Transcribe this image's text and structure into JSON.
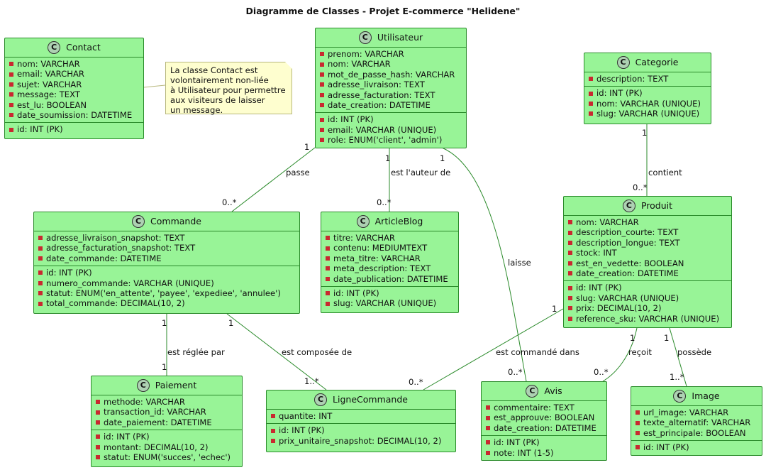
{
  "title": "Diagramme de Classes - Projet E-commerce \"Helidene\"",
  "icon_glyph": "C",
  "classes": {
    "contact": {
      "name": "Contact",
      "attrs": [
        "nom: VARCHAR",
        "email: VARCHAR",
        "sujet: VARCHAR",
        "message: TEXT",
        "est_lu: BOOLEAN",
        "date_soumission: DATETIME"
      ],
      "ops": [
        "id: INT (PK)"
      ]
    },
    "utilisateur": {
      "name": "Utilisateur",
      "attrs": [
        "prenom: VARCHAR",
        "nom: VARCHAR",
        "mot_de_passe_hash: VARCHAR",
        "adresse_livraison: TEXT",
        "adresse_facturation: TEXT",
        "date_creation: DATETIME"
      ],
      "ops": [
        "id: INT (PK)",
        "email: VARCHAR (UNIQUE)",
        "role: ENUM('client', 'admin')"
      ]
    },
    "categorie": {
      "name": "Categorie",
      "attrs": [
        "description: TEXT"
      ],
      "ops": [
        "id: INT (PK)",
        "nom: VARCHAR (UNIQUE)",
        "slug: VARCHAR (UNIQUE)"
      ]
    },
    "commande": {
      "name": "Commande",
      "attrs": [
        "adresse_livraison_snapshot: TEXT",
        "adresse_facturation_snapshot: TEXT",
        "date_commande: DATETIME"
      ],
      "ops": [
        "id: INT (PK)",
        "numero_commande: VARCHAR (UNIQUE)",
        "statut: ENUM('en_attente', 'payee', 'expediee', 'annulee')",
        "total_commande: DECIMAL(10, 2)"
      ]
    },
    "articleblog": {
      "name": "ArticleBlog",
      "attrs": [
        "titre: VARCHAR",
        "contenu: MEDIUMTEXT",
        "meta_titre: VARCHAR",
        "meta_description: TEXT",
        "date_publication: DATETIME"
      ],
      "ops": [
        "id: INT (PK)",
        "slug: VARCHAR (UNIQUE)"
      ]
    },
    "produit": {
      "name": "Produit",
      "attrs": [
        "nom: VARCHAR",
        "description_courte: TEXT",
        "description_longue: TEXT",
        "stock: INT",
        "est_en_vedette: BOOLEAN",
        "date_creation: DATETIME"
      ],
      "ops": [
        "id: INT (PK)",
        "slug: VARCHAR (UNIQUE)",
        "prix: DECIMAL(10, 2)",
        "reference_sku: VARCHAR (UNIQUE)"
      ]
    },
    "paiement": {
      "name": "Paiement",
      "attrs": [
        "methode: VARCHAR",
        "transaction_id: VARCHAR",
        "date_paiement: DATETIME"
      ],
      "ops": [
        "id: INT (PK)",
        "montant: DECIMAL(10, 2)",
        "statut: ENUM('succes', 'echec')"
      ]
    },
    "lignecommande": {
      "name": "LigneCommande",
      "attrs": [
        "quantite: INT"
      ],
      "ops": [
        "id: INT (PK)",
        "prix_unitaire_snapshot: DECIMAL(10, 2)"
      ]
    },
    "avis": {
      "name": "Avis",
      "attrs": [
        "commentaire: TEXT",
        "est_approuve: BOOLEAN",
        "date_creation: DATETIME"
      ],
      "ops": [
        "id: INT (PK)",
        "note: INT (1-5)"
      ]
    },
    "image": {
      "name": "Image",
      "attrs": [
        "url_image: VARCHAR",
        "texte_alternatif: VARCHAR",
        "est_principale: BOOLEAN"
      ],
      "ops": [
        "id: INT (PK)"
      ]
    }
  },
  "note": {
    "lines": [
      "La classe Contact est",
      "volontairement non-liée",
      "à Utilisateur pour permettre",
      "aux visiteurs de laisser",
      "un message."
    ]
  },
  "relations": {
    "passe": "passe",
    "auteur": "est l'auteur de",
    "laisse": "laisse",
    "contient": "contient",
    "reglee": "est réglée par",
    "composee": "est composée de",
    "commande_dans": "est commandé dans",
    "recoit": "reçoit",
    "possede": "possède"
  },
  "mult": {
    "one": "1",
    "many": "0..*",
    "oneplus": "1..*"
  },
  "colors": {
    "class_fill": "#98f497",
    "class_border": "#2a8a2a",
    "line": "#2a8a2a",
    "visibility": "#c82930",
    "note_fill": "#fefecf"
  }
}
